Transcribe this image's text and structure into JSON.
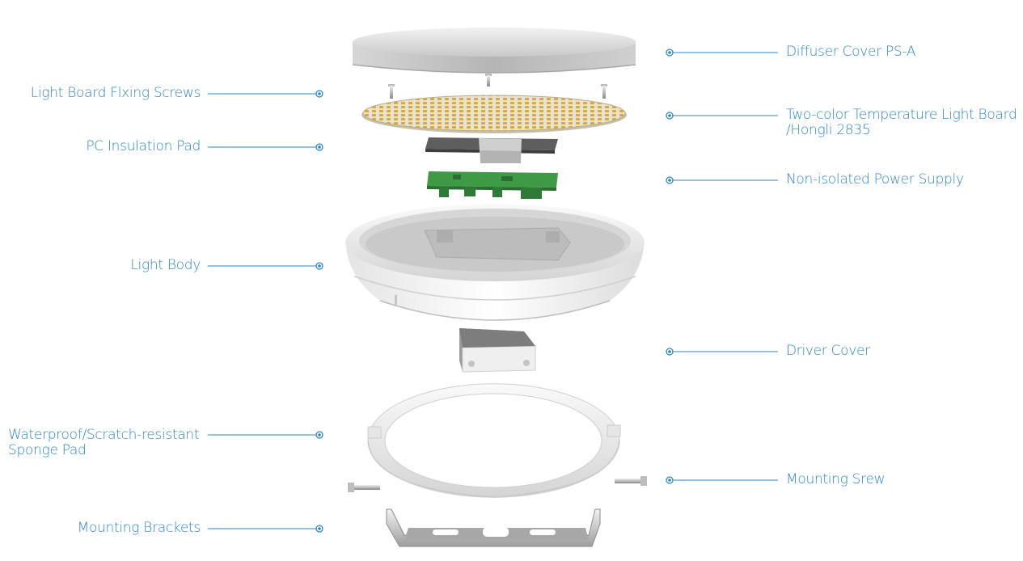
{
  "accent_color": "#2f86c5",
  "left_labels": [
    {
      "id": "light-board-fixing-screws",
      "lines": [
        "Light Board Flxing Screws"
      ]
    },
    {
      "id": "pc-insulation-pad",
      "lines": [
        "PC Insulation Pad"
      ]
    },
    {
      "id": "light-body",
      "lines": [
        "Light Body"
      ]
    },
    {
      "id": "waterproof-sponge-pad",
      "lines": [
        "Waterproof/Scratch-resistant",
        "Sponge Pad"
      ]
    },
    {
      "id": "mounting-brackets",
      "lines": [
        "Mounting Brackets"
      ]
    }
  ],
  "right_labels": [
    {
      "id": "diffuser-cover",
      "lines": [
        "Diffuser Cover PS-A"
      ]
    },
    {
      "id": "light-board",
      "lines": [
        "Two-color Temperature Light Board",
        "/Hongli 2835"
      ]
    },
    {
      "id": "power-supply",
      "lines": [
        "Non-isolated Power Supply"
      ]
    },
    {
      "id": "driver-cover",
      "lines": [
        "Driver Cover"
      ]
    },
    {
      "id": "mounting-screw",
      "lines": [
        "Mounting Srew"
      ]
    }
  ]
}
